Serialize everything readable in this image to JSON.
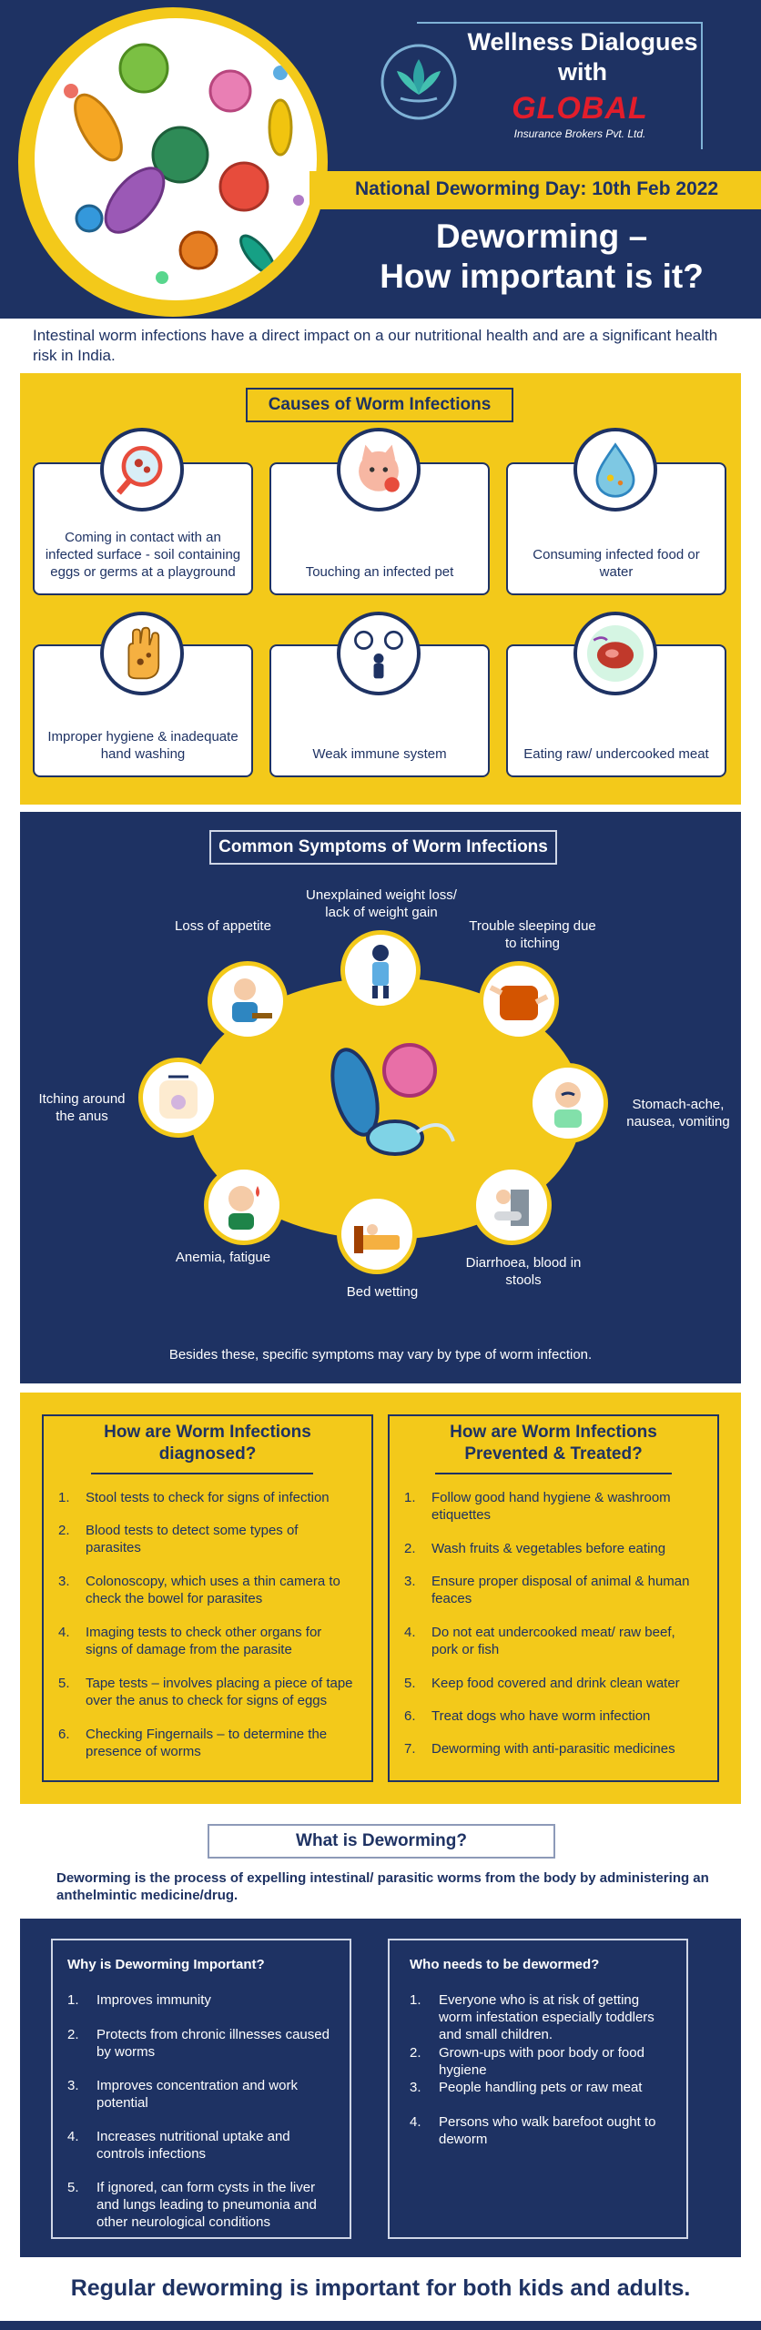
{
  "header": {
    "brand_title": "Wellness Dialogues with",
    "brand_logo": "GLOBAL",
    "brand_subtitle": "Insurance Brokers Pvt. Ltd.",
    "date_banner": "National Deworming Day: 10th Feb 2022",
    "title_line1": "Deworming –",
    "title_line2": "How important is it?"
  },
  "intro": "Intestinal worm infections have a direct impact on a our nutritional health and are a significant health risk in India.",
  "causes": {
    "label": "Causes of Worm Infections",
    "items": [
      {
        "text": "Coming in contact with an infected surface - soil containing eggs or germs at a playground",
        "icon": "magnifier-germ-icon"
      },
      {
        "text": "Touching an infected pet",
        "icon": "cat-icon"
      },
      {
        "text": "Consuming infected food or water",
        "icon": "water-drop-icon"
      },
      {
        "text": "Improper hygiene & inadequate hand washing",
        "icon": "dirty-hand-icon"
      },
      {
        "text": "Weak immune system",
        "icon": "virus-person-icon"
      },
      {
        "text": "Eating raw/ undercooked meat",
        "icon": "raw-meat-icon"
      }
    ]
  },
  "symptoms": {
    "label": "Common Symptoms of Worm Infections",
    "items": [
      {
        "text": "Loss of appetite",
        "icon": "no-food-icon"
      },
      {
        "text": "Unexplained weight loss/ lack of weight gain",
        "icon": "weight-loss-icon"
      },
      {
        "text": "Trouble sleeping due to itching",
        "icon": "scratching-back-icon"
      },
      {
        "text": "Itching around the anus",
        "icon": "itch-icon"
      },
      {
        "text": "Stomach-ache, nausea, vomiting",
        "icon": "nausea-icon"
      },
      {
        "text": "Anemia, fatigue",
        "icon": "fatigue-icon"
      },
      {
        "text": "Bed wetting",
        "icon": "bed-icon"
      },
      {
        "text": "Diarrhoea, blood in stools",
        "icon": "toilet-icon"
      }
    ],
    "note": "Besides these, specific symptoms may vary by type of worm infection."
  },
  "diagnosed": {
    "title": "How are Worm Infections diagnosed?",
    "items": [
      "Stool tests to check for signs of infection",
      "Blood tests to detect some types of parasites",
      "Colonoscopy, which uses a thin camera to check the bowel for parasites",
      "Imaging tests to check other organs for signs of damage from the parasite",
      "Tape tests – involves placing a piece of tape over the anus to check for signs of eggs",
      "Checking Fingernails – to determine the presence of worms"
    ]
  },
  "prevented": {
    "title": "How are Worm Infections Prevented & Treated?",
    "items": [
      "Follow good hand hygiene & washroom etiquettes",
      "Wash fruits & vegetables before eating",
      "Ensure proper disposal of animal & human feaces",
      "Do not eat undercooked meat/ raw beef, pork or fish",
      "Keep food covered and drink clean water",
      "Treat dogs who have worm infection",
      "Deworming with anti-parasitic medicines"
    ]
  },
  "what": {
    "label": "What is Deworming?",
    "text": "Deworming is the process of expelling intestinal/ parasitic worms from the body by administering an anthelmintic medicine/drug."
  },
  "why": {
    "title": "Why is Deworming Important?",
    "items": [
      "Improves immunity",
      "Protects from chronic illnesses caused by worms",
      "Improves concentration and work potential",
      "Increases nutritional uptake and controls infections",
      "If ignored, can form cysts in the liver and lungs leading to pneumonia and other neurological conditions"
    ]
  },
  "who": {
    "title": "Who needs to be dewormed?",
    "items": [
      "Everyone who is at risk of getting worm infestation especially toddlers and small children.",
      "Grown-ups with poor body or food hygiene",
      "People handling pets or raw meat",
      "Persons who walk barefoot ought to deworm"
    ]
  },
  "footer": "Regular deworming is important for both kids and adults.",
  "colors": {
    "navy": "#1e3263",
    "yellow": "#f3c91a",
    "brand_red": "#e31d2b"
  }
}
